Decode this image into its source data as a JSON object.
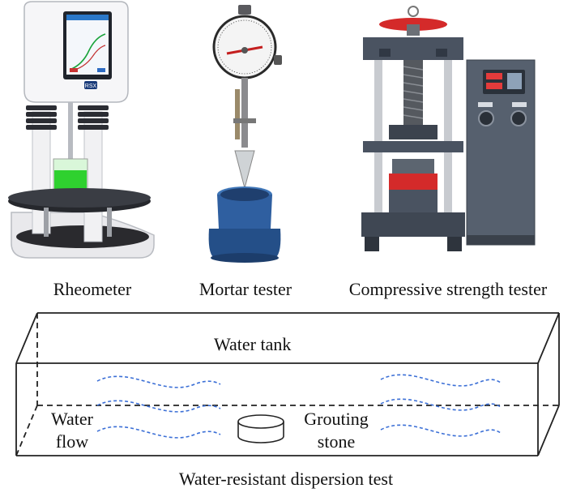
{
  "instruments": [
    {
      "id": "rheometer",
      "caption": "Rheometer",
      "screen_text": "RSX"
    },
    {
      "id": "mortar-tester",
      "caption": "Mortar tester"
    },
    {
      "id": "compressive-tester",
      "caption": "Compressive strength tester"
    }
  ],
  "tank_diagram": {
    "title": "Water tank",
    "left_label_line1": "Water",
    "left_label_line2": "flow",
    "center_label_line1": "Grouting",
    "center_label_line2": "stone",
    "caption": "Water-resistant dispersion test",
    "wave_color": "#3b6fd6"
  },
  "colors": {
    "rheometer_liquid": "#2fd12f",
    "tester_blue": "#2f5fa0",
    "press_red": "#d42a2a",
    "press_frame": "#4a5361"
  }
}
